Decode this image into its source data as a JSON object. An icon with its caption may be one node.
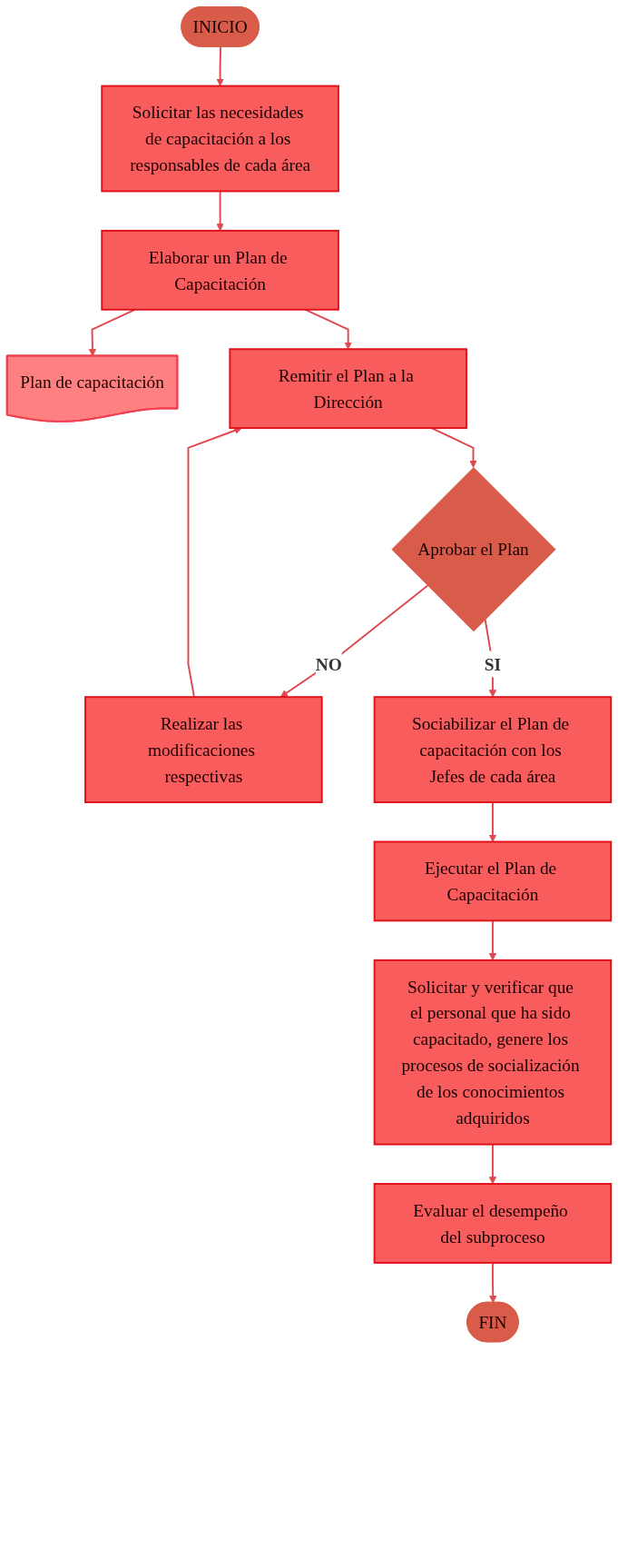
{
  "diagram": {
    "nodes": [
      {
        "text": [
          "INICIO"
        ]
      },
      {
        "text": [
          "Solicitar las necesidades de capacitación a los responsables de cada área"
        ]
      },
      {
        "text": [
          "Elaborar un Plan de Capacitación"
        ]
      },
      {
        "text": [
          "Plan de capacitación"
        ]
      },
      {
        "text": [
          "Remitir el Plan a la Dirección"
        ]
      },
      {
        "text": [
          "Aprobar el Plan"
        ]
      },
      {
        "text": [
          "Realizar las modificaciones respectivas"
        ]
      },
      {
        "text": [
          "Sociabilizar el Plan de capacitación con los Jefes de cada área"
        ]
      },
      {
        "text": [
          "Ejecutar el Plan de Capacitación"
        ]
      },
      {
        "text": [
          "Solicitar y verificar que el personal que ha sido capacitado, genere los procesos de socialización de los conocimientos adquiridos"
        ]
      },
      {
        "text": [
          "Evaluar el desempeño del subproceso"
        ]
      },
      {
        "text": [
          "FIN"
        ]
      }
    ],
    "edges": [
      {
        "from": 0,
        "to": 1,
        "arrow": "to"
      },
      {
        "from": 1,
        "to": 2,
        "arrow": "to"
      },
      {
        "from": 2,
        "to": 3,
        "arrow": "to"
      },
      {
        "from": 2,
        "to": 4,
        "arrow": "to"
      },
      {
        "from": 4,
        "to": 5,
        "arrow": "to"
      },
      {
        "from": 5,
        "to": 6,
        "arrow": "to",
        "label": "NO"
      },
      {
        "from": 6,
        "to": 4,
        "arrow": "to"
      },
      {
        "from": 5,
        "to": 7,
        "arrow": "to",
        "label": "SI"
      },
      {
        "from": 7,
        "to": 8,
        "arrow": "to"
      },
      {
        "from": 8,
        "to": 9,
        "arrow": "to"
      },
      {
        "from": 9,
        "to": 10,
        "arrow": "to"
      },
      {
        "from": 10,
        "to": 11,
        "arrow": "to"
      }
    ]
  }
}
